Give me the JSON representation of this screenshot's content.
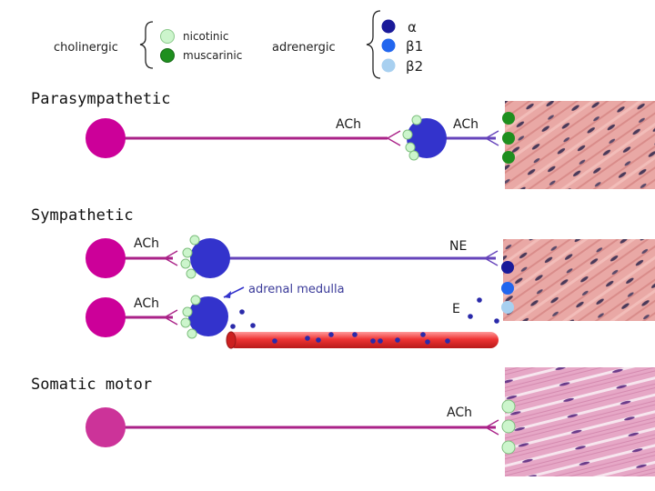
{
  "legend": {
    "cholinergic_label": "cholinergic",
    "nicotinic_label": "nicotinic",
    "muscarinic_label": "muscarinic",
    "adrenergic_label": "adrenergic",
    "alpha_label": "α",
    "beta1_label": "β1",
    "beta2_label": "β2"
  },
  "sections": {
    "parasympathetic": {
      "title": "Parasympathetic",
      "ganglion_nt": "ACh",
      "target_nt": "ACh"
    },
    "sympathetic": {
      "title": "Sympathetic",
      "ganglion_nt_upper": "ACh",
      "target_nt": "NE",
      "ganglion_nt_lower": "ACh",
      "adrenal_label": "adrenal medulla",
      "blood_nt": "E"
    },
    "somatic": {
      "title": "Somatic motor",
      "target_nt": "ACh"
    }
  },
  "colors": {
    "preganglionic_soma": "#cc0099",
    "somatic_soma": "#cc3399",
    "postganglionic_soma": "#3333cc",
    "nicotinic": "#ccf5cc",
    "muscarinic": "#1f8f1f",
    "alpha": "#1a1a99",
    "beta1": "#2266ee",
    "beta2": "#a8d0f0",
    "axon_pre": "#aa2288",
    "axon_post": "#6644bb",
    "vessel": "#ee3333"
  }
}
